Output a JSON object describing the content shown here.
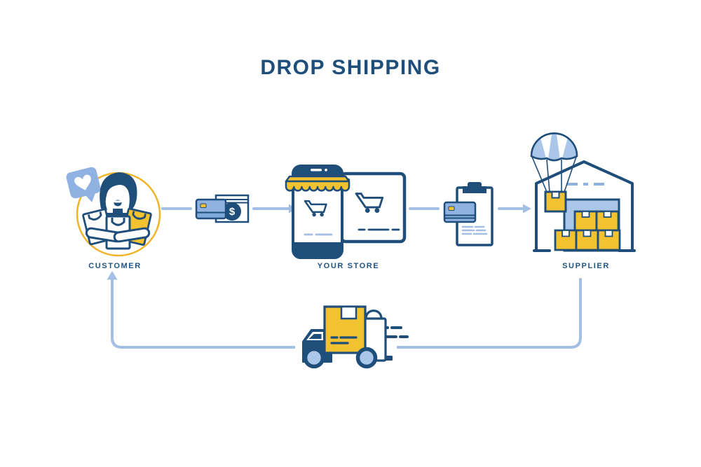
{
  "title": "DROP SHIPPING",
  "nodes": {
    "customer": {
      "label": "CUSTOMER"
    },
    "store": {
      "label": "YOUR STORE"
    },
    "supplier": {
      "label": "SUPPLIER"
    }
  },
  "payment": {
    "currency_symbol": "$"
  },
  "colors": {
    "navy": "#1e4e79",
    "label_navy": "#215684",
    "light_blue": "#a3bfe4",
    "mid_blue": "#8fb2e2",
    "pale_blue": "#aac6e8",
    "yellow": "#f2c230",
    "ring_yellow": "#f0b429",
    "card_band_blue": "#7da8d9",
    "background": "#ffffff"
  },
  "icons": {
    "customer": "woman-with-shopping-bags",
    "like_bubble": "heart-speech-bubble",
    "payment": "credit-card-and-cash",
    "store": "phone-and-browser-with-carts",
    "order": "clipboard-with-credit-card",
    "supplier": "warehouse-with-parachute-delivery",
    "delivery": "delivery-truck"
  }
}
